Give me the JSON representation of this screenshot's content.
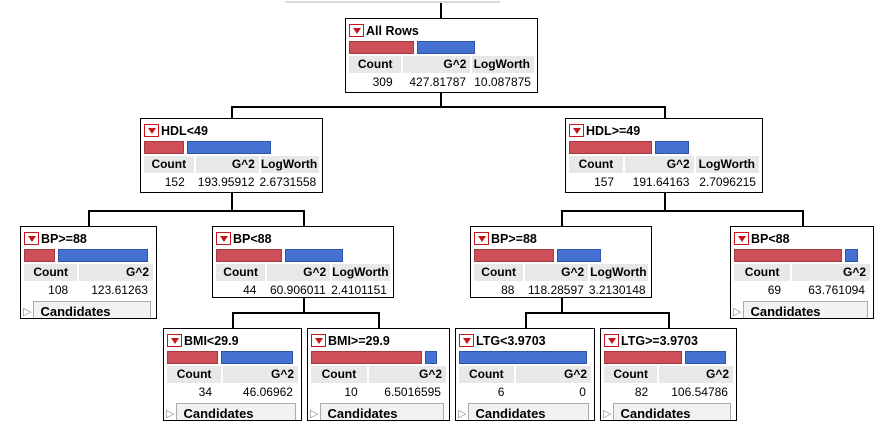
{
  "labels": {
    "candidates": "Candidates"
  },
  "icons": {
    "disclosure": "▷",
    "menu": "red-triangle-dropdown"
  },
  "columns": {
    "count": "Count",
    "g2": "G^2",
    "logworth": "LogWorth"
  },
  "colors": {
    "bar_red": "#ce4f58",
    "bar_blue": "#4471d2",
    "header_bg": "#e8e8e8",
    "menu_red": "#c8151d",
    "connector": "#000000"
  },
  "nodes": {
    "all_rows": {
      "label": "All Rows",
      "count": "309",
      "g2": "427.81787",
      "logworth": "10.087875",
      "bar": {
        "red_pct": 50,
        "blue_pct": 45
      }
    },
    "hdl_lt": {
      "label": "HDL<49",
      "count": "152",
      "g2": "193.95912",
      "logworth": "2.6731558",
      "bar": {
        "red_pct": 31,
        "blue_pct": 65
      }
    },
    "hdl_ge": {
      "label": "HDL>=49",
      "count": "157",
      "g2": "191.64163",
      "logworth": "2.7096215",
      "bar": {
        "red_pct": 64,
        "blue_pct": 27
      }
    },
    "bp_ge_left": {
      "label": "BP>=88",
      "count": "108",
      "g2": "123.61263",
      "bar": {
        "red_pct": 25,
        "blue_pct": 72
      }
    },
    "bp_lt_left": {
      "label": "BP<88",
      "count": "44",
      "g2": "60.906011",
      "logworth": "2.4101151",
      "bar": {
        "red_pct": 51,
        "blue_pct": 45
      }
    },
    "bp_ge_right": {
      "label": "BP>=88",
      "count": "88",
      "g2": "118.28597",
      "logworth": "3.2130148",
      "bar": {
        "red_pct": 62,
        "blue_pct": 34
      }
    },
    "bp_lt_right": {
      "label": "BP<88",
      "count": "69",
      "g2": "63.761094",
      "bar": {
        "red_pct": 84,
        "blue_pct": 10
      }
    },
    "bmi_lt": {
      "label": "BMI<29.9",
      "count": "34",
      "g2": "46.06962",
      "bar": {
        "red_pct": 40,
        "blue_pct": 57
      }
    },
    "bmi_ge": {
      "label": "BMI>=29.9",
      "count": "10",
      "g2": "6.5016595",
      "bar": {
        "red_pct": 86,
        "blue_pct": 9
      }
    },
    "ltg_lt": {
      "label": "LTG<3.9703",
      "count": "6",
      "g2": "0",
      "bar": {
        "red_pct": 0,
        "blue_pct": 100
      }
    },
    "ltg_ge": {
      "label": "LTG>=3.9703",
      "count": "82",
      "g2": "106.54786",
      "bar": {
        "red_pct": 62,
        "blue_pct": 33
      }
    }
  }
}
